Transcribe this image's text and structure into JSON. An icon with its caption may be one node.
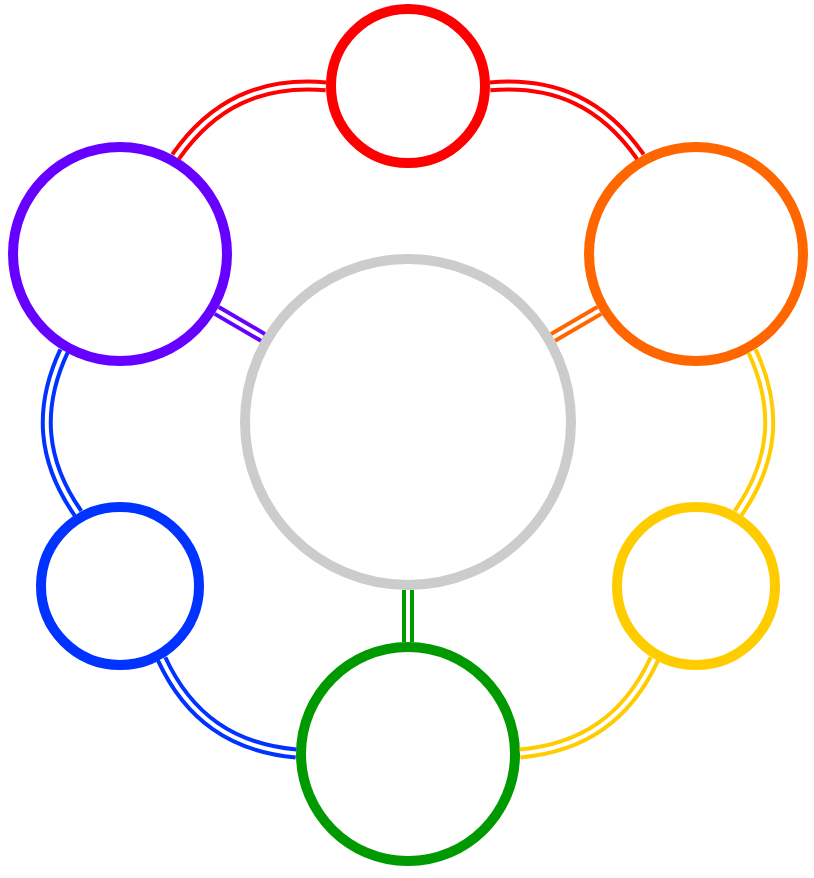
{
  "diagram": {
    "nodes": [
      {
        "text": [],
        "shape": "circle"
      },
      {
        "text": [],
        "shape": "circle"
      },
      {
        "text": [],
        "shape": "circle"
      },
      {
        "text": [],
        "shape": "circle"
      },
      {
        "text": [],
        "shape": "circle"
      },
      {
        "text": [],
        "shape": "circle"
      },
      {
        "text": [],
        "shape": "circle"
      }
    ],
    "edges": [
      {
        "from": 0,
        "to": 2,
        "arrow": "none",
        "color": "#ff0000"
      },
      {
        "from": 2,
        "to": 5,
        "arrow": "none",
        "color": "#ffcc00"
      },
      {
        "from": 5,
        "to": 6,
        "arrow": "none",
        "color": "#ffcc00"
      },
      {
        "from": 6,
        "to": 4,
        "arrow": "none",
        "color": "#0033ff"
      },
      {
        "from": 4,
        "to": 1,
        "arrow": "none",
        "color": "#0033ff"
      },
      {
        "from": 1,
        "to": 0,
        "arrow": "none",
        "color": "#ff0000"
      },
      {
        "from": 3,
        "to": 1,
        "arrow": "none",
        "color": "#6600ff"
      },
      {
        "from": 3,
        "to": 2,
        "arrow": "none",
        "color": "#ff6600"
      },
      {
        "from": 3,
        "to": 6,
        "arrow": "none",
        "color": "#009900"
      }
    ]
  }
}
